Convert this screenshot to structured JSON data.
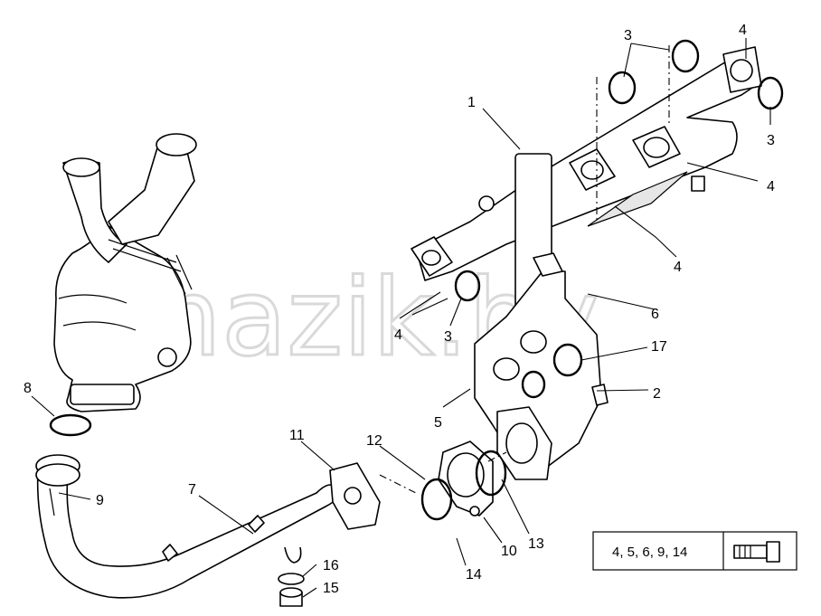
{
  "watermark": "mazik.by",
  "callouts": [
    {
      "id": "c1",
      "text": "1"
    },
    {
      "id": "c2",
      "text": "2"
    },
    {
      "id": "c3a",
      "text": "3"
    },
    {
      "id": "c3b",
      "text": "3"
    },
    {
      "id": "c3c",
      "text": "3"
    },
    {
      "id": "c4a",
      "text": "4"
    },
    {
      "id": "c4b",
      "text": "4"
    },
    {
      "id": "c4c",
      "text": "4"
    },
    {
      "id": "c4d",
      "text": "4"
    },
    {
      "id": "c5",
      "text": "5"
    },
    {
      "id": "c6",
      "text": "6"
    },
    {
      "id": "c7",
      "text": "7"
    },
    {
      "id": "c8",
      "text": "8"
    },
    {
      "id": "c9",
      "text": "9"
    },
    {
      "id": "c10",
      "text": "10"
    },
    {
      "id": "c11",
      "text": "11"
    },
    {
      "id": "c12",
      "text": "12"
    },
    {
      "id": "c13",
      "text": "13"
    },
    {
      "id": "c14",
      "text": "14"
    },
    {
      "id": "c15",
      "text": "15"
    },
    {
      "id": "c16",
      "text": "16"
    },
    {
      "id": "c17",
      "text": "17"
    }
  ],
  "legend": {
    "parts": "4, 5, 6, 9, 14",
    "icon": "bolt-icon"
  }
}
